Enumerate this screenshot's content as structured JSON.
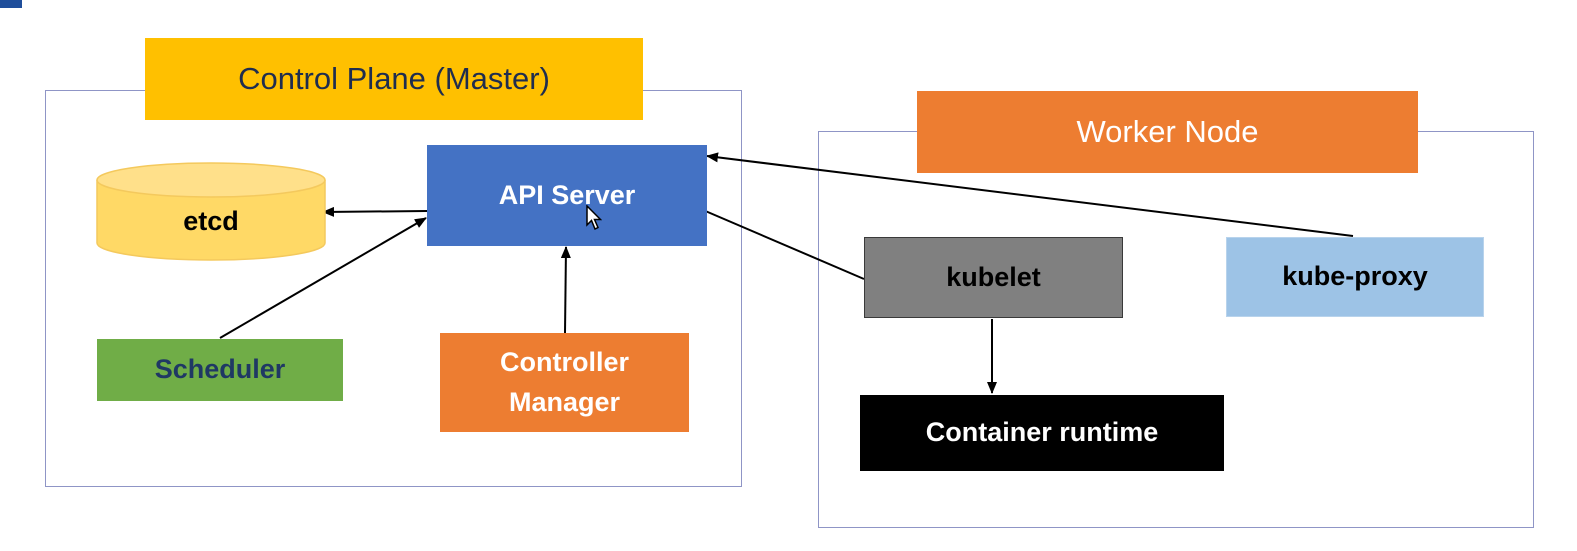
{
  "control_plane": {
    "title": "Control Plane (Master)",
    "components": {
      "api_server": "API Server",
      "etcd": "etcd",
      "scheduler": "Scheduler",
      "controller_manager_line1": "Controller",
      "controller_manager_line2": "Manager"
    }
  },
  "worker_node": {
    "title": "Worker Node",
    "components": {
      "kubelet": "kubelet",
      "kube_proxy": "kube-proxy",
      "container_runtime": "Container runtime"
    }
  },
  "connections": [
    {
      "from": "api_server",
      "to": "etcd"
    },
    {
      "from": "scheduler",
      "to": "api_server"
    },
    {
      "from": "controller_manager",
      "to": "api_server"
    },
    {
      "from": "kubelet",
      "to": "api_server"
    },
    {
      "from": "kube_proxy",
      "to": "api_server"
    },
    {
      "from": "kubelet",
      "to": "container_runtime"
    }
  ],
  "colors": {
    "control_plane_title": "#ffc000",
    "worker_node_title": "#ed7d31",
    "api_server": "#4472c4",
    "etcd": "#ffd966",
    "scheduler": "#70ad47",
    "controller_manager": "#ed7d31",
    "kubelet": "#808080",
    "kube_proxy": "#9dc3e6",
    "container_runtime": "#000000",
    "frame_border": "#8f95c6"
  }
}
